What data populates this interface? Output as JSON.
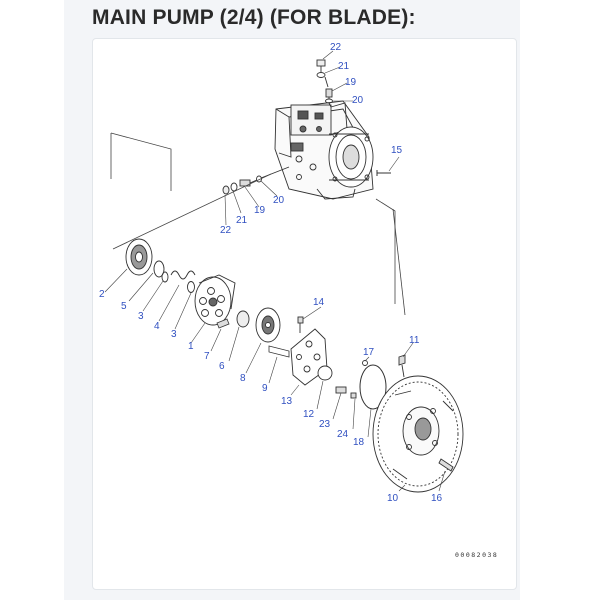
{
  "page": {
    "title": "MAIN PUMP (2/4) (FOR BLADE):"
  },
  "diagram": {
    "drawing_code": "00082038",
    "callouts": [
      {
        "id": "c22a",
        "label": "22"
      },
      {
        "id": "c21a",
        "label": "21"
      },
      {
        "id": "c19a",
        "label": "19"
      },
      {
        "id": "c20a",
        "label": "20"
      },
      {
        "id": "c15",
        "label": "15"
      },
      {
        "id": "c20b",
        "label": "20"
      },
      {
        "id": "c19b",
        "label": "19"
      },
      {
        "id": "c21b",
        "label": "21"
      },
      {
        "id": "c22b",
        "label": "22"
      },
      {
        "id": "c2",
        "label": "2"
      },
      {
        "id": "c5",
        "label": "5"
      },
      {
        "id": "c3a",
        "label": "3"
      },
      {
        "id": "c4",
        "label": "4"
      },
      {
        "id": "c3b",
        "label": "3"
      },
      {
        "id": "c1",
        "label": "1"
      },
      {
        "id": "c7",
        "label": "7"
      },
      {
        "id": "c6",
        "label": "6"
      },
      {
        "id": "c14",
        "label": "14"
      },
      {
        "id": "c8",
        "label": "8"
      },
      {
        "id": "c9",
        "label": "9"
      },
      {
        "id": "c13",
        "label": "13"
      },
      {
        "id": "c17",
        "label": "17"
      },
      {
        "id": "c11",
        "label": "11"
      },
      {
        "id": "c12",
        "label": "12"
      },
      {
        "id": "c23",
        "label": "23"
      },
      {
        "id": "c24",
        "label": "24"
      },
      {
        "id": "c18",
        "label": "18"
      },
      {
        "id": "c10",
        "label": "10"
      },
      {
        "id": "c16",
        "label": "16"
      }
    ]
  }
}
